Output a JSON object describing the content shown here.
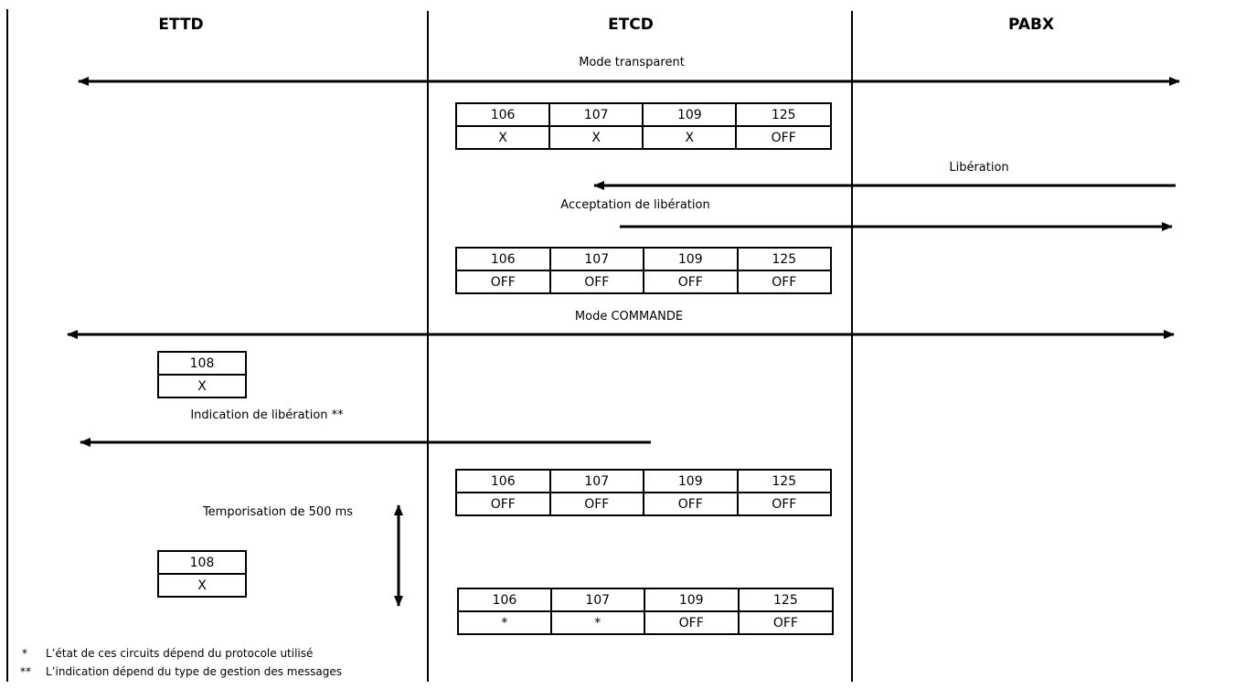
{
  "headers": {
    "ettd": "ETTD",
    "etcd": "ETCD",
    "pabx": "PABX"
  },
  "messages": {
    "transparent": "Mode transparent",
    "liberation": "Libération",
    "acceptation": "Acceptation de libération",
    "commande": "Mode COMMANDE",
    "indication": "Indication de libération **",
    "temporisation": "Temporisation de 500 ms"
  },
  "tables": [
    {
      "cols": [
        "106",
        "107",
        "109",
        "125"
      ],
      "vals": [
        "X",
        "X",
        "X",
        "OFF"
      ]
    },
    {
      "cols": [
        "106",
        "107",
        "109",
        "125"
      ],
      "vals": [
        "OFF",
        "OFF",
        "OFF",
        "OFF"
      ]
    },
    {
      "cols": [
        "108"
      ],
      "vals": [
        "X"
      ]
    },
    {
      "cols": [
        "106",
        "107",
        "109",
        "125"
      ],
      "vals": [
        "OFF",
        "OFF",
        "OFF",
        "OFF"
      ]
    },
    {
      "cols": [
        "108"
      ],
      "vals": [
        "X"
      ]
    },
    {
      "cols": [
        "106",
        "107",
        "109",
        "125"
      ],
      "vals": [
        "*",
        "*",
        "OFF",
        "OFF"
      ]
    }
  ],
  "footnotes": [
    {
      "mark": "*",
      "text": "L’état de ces circuits dépend du protocole utilisé"
    },
    {
      "mark": "**",
      "text": "L’indication dépend du type de gestion des messages"
    }
  ]
}
